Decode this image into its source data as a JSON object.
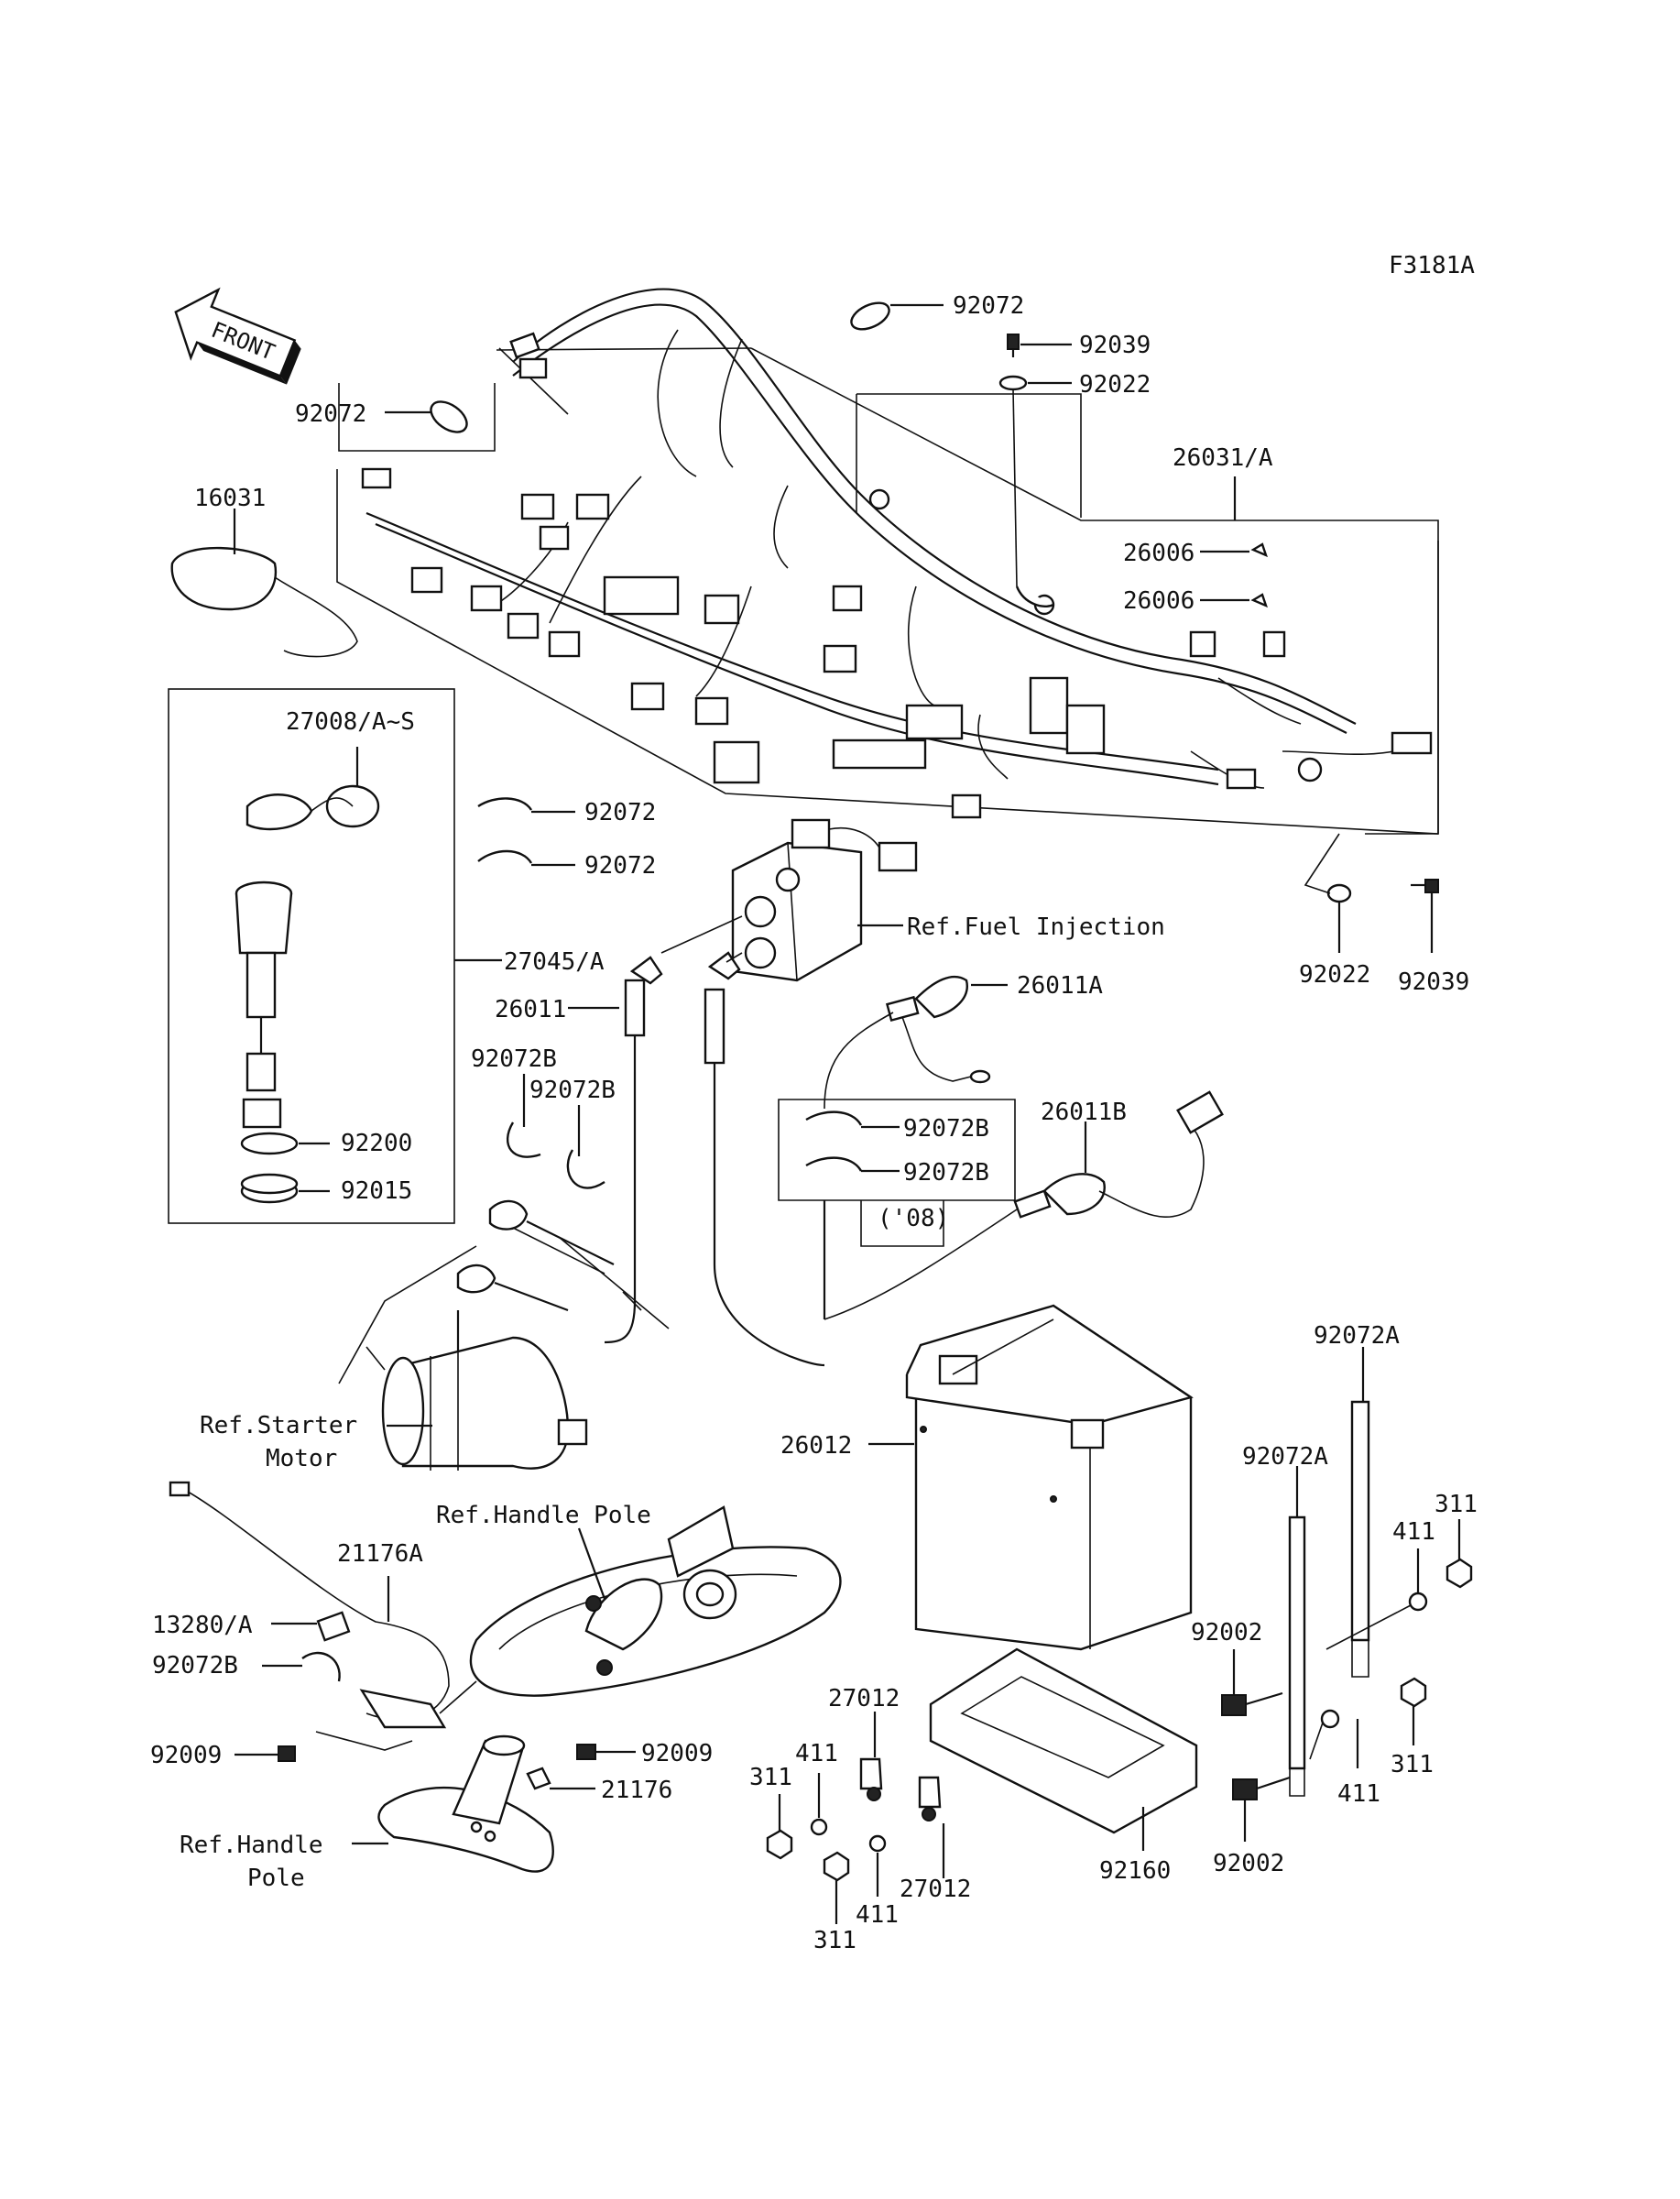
{
  "figure_code": "F3181A",
  "front_label": "FRONT",
  "callouts": {
    "p92072_top": "92072",
    "p92039_top": "92039",
    "p92022_top": "92022",
    "p92072_left": "92072",
    "p16031": "16031",
    "p26031": "26031/A",
    "p26006_a": "26006",
    "p26006_b": "26006",
    "p27008": "27008/A~S",
    "p92072_mid_a": "92072",
    "p92072_mid_b": "92072",
    "ref_fuel_injection": "Ref.Fuel Injection",
    "p27045": "27045/A",
    "p26011": "26011",
    "p26011a": "26011A",
    "p92022_right": "92022",
    "p92039_right": "92039",
    "p92072b_a": "92072B",
    "p92072b_b": "92072B",
    "p92072b_c": "92072B",
    "p92072b_d": "92072B",
    "p26011b": "26011B",
    "year_08": "('08)",
    "p92200": "92200",
    "p92015": "92015",
    "ref_starter_1": "Ref.Starter",
    "ref_starter_2": "Motor",
    "p26012": "26012",
    "p92072a_right": "92072A",
    "p92072a_mid": "92072A",
    "ref_handle_pole_top": "Ref.Handle Pole",
    "p21176a": "21176A",
    "p13280": "13280/A",
    "p92072b_left": "92072B",
    "p92009_left": "92009",
    "p92009_mid": "92009",
    "p21176": "21176",
    "ref_handle_pole_bottom_1": "Ref.Handle",
    "ref_handle_pole_bottom_2": "Pole",
    "p27012_a": "27012",
    "p27012_b": "27012",
    "p411_a": "411",
    "p411_b": "411",
    "p411_c": "411",
    "p411_d": "411",
    "p311_a": "311",
    "p311_b": "311",
    "p311_c": "311",
    "p311_d": "311",
    "p92002_a": "92002",
    "p92002_b": "92002",
    "p92160": "92160"
  }
}
